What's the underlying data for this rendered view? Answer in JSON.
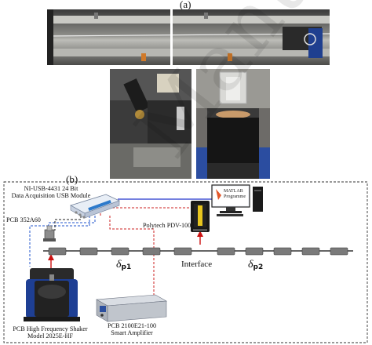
{
  "panel_a_label": "(a)",
  "panel_b_label": "(b)",
  "labels": {
    "daq_line1": "NI-USB-4431 24 Bit",
    "daq_line2": "Data Acquisition USB Module",
    "accelerometer": "PCB 352A60",
    "vibrometer": "Polytech PDV-100",
    "pc_line1": "MATLAB",
    "pc_line2": "Programme",
    "interface": "Interface",
    "delta_symbol": "δ",
    "delta1_sub": "p1",
    "delta2_sub": "p2",
    "shaker_line1": "PCB High Frequency Shaker",
    "shaker_line2": "Model 2025E-HF",
    "amp_line1": "PCB 2100E21-100",
    "amp_line2": "Smart Amplifier"
  },
  "watermark": "Manuscript"
}
